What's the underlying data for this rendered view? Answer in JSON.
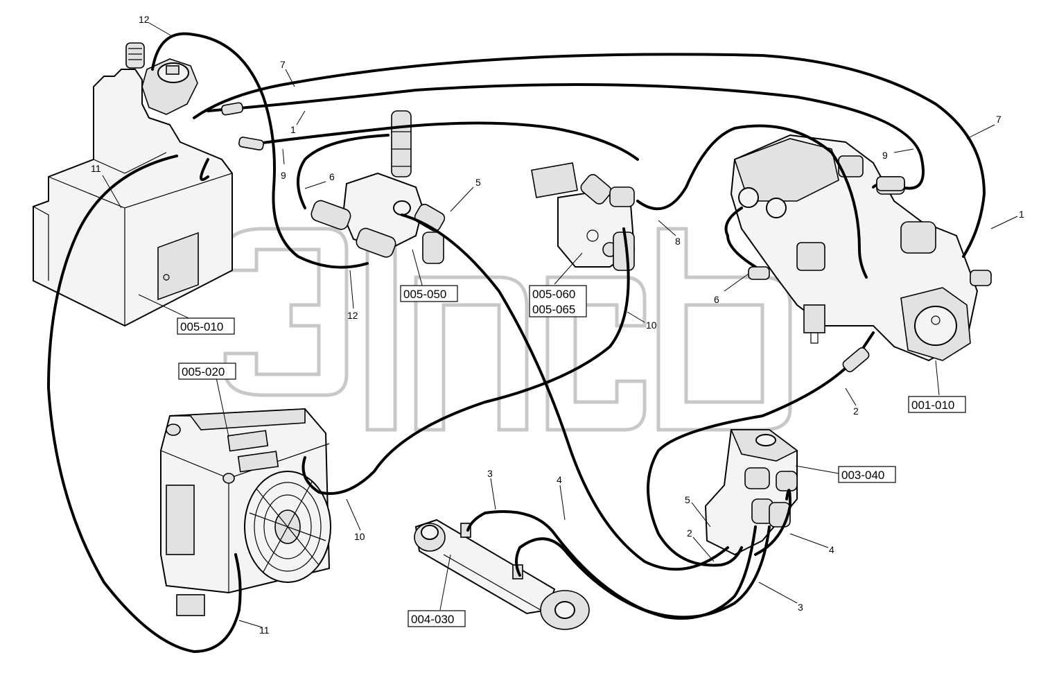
{
  "callouts": {
    "c12_top": "12",
    "c7_top": "7",
    "c1_top": "1",
    "c11_tank": "11",
    "c9_left": "9",
    "c6_left": "6",
    "c5_mid": "5",
    "c12_mid": "12",
    "c8": "8",
    "c10_mid": "10",
    "c7_right": "7",
    "c9_right": "9",
    "c1_right": "1",
    "c6_right": "6",
    "c2_right": "2",
    "c10_lower": "10",
    "c11_lower": "11",
    "c3_top": "3",
    "c4_top": "4",
    "c5_motor": "5",
    "c2_motor": "2",
    "c4_motor": "4",
    "c3_bottom": "3"
  },
  "part_refs": {
    "tank": "005-010",
    "cooler": "005-020",
    "valve_left": "005-050",
    "valve_mid_a": "005-060",
    "valve_mid_b": "005-065",
    "pump": "001-010",
    "motor": "003-040",
    "cylinder": "004-030"
  }
}
